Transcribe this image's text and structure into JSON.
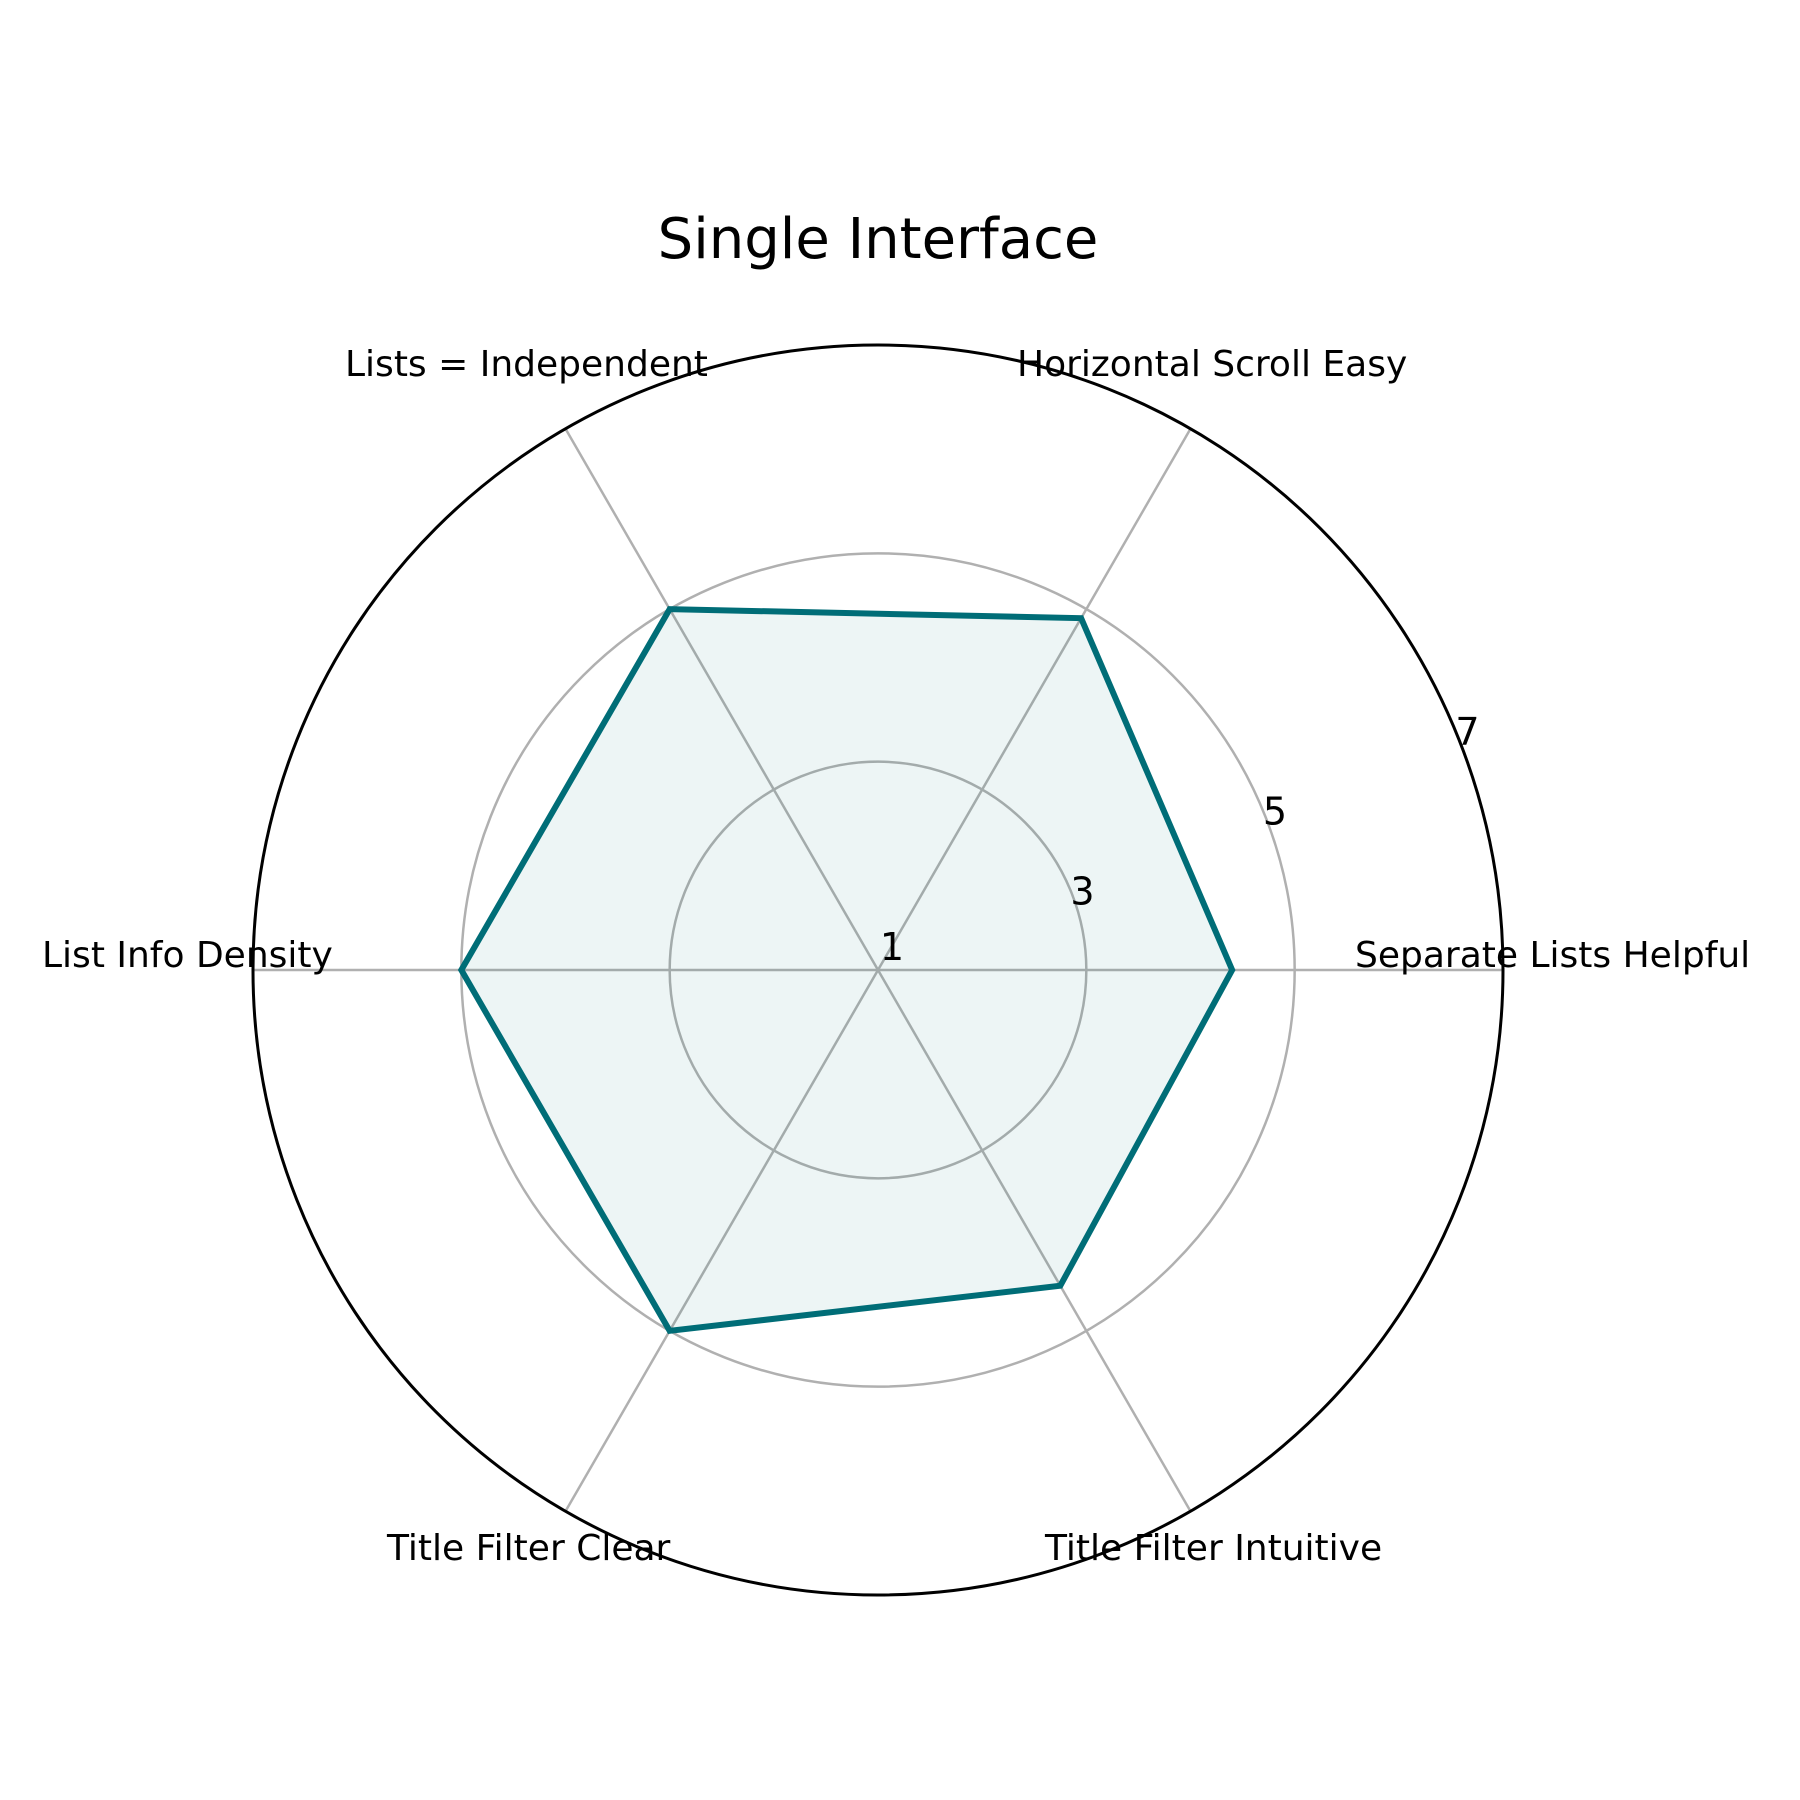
{
  "chart_data": {
    "type": "radar",
    "title": "Single Interface",
    "categories": [
      "Separate Lists Helpful",
      "Horizontal Scroll Easy",
      "Lists = Independent",
      "List Info Density",
      "Title Filter Clear",
      "Title Filter Intuitive"
    ],
    "values": [
      4.4,
      4.9,
      5.0,
      5.0,
      5.0,
      4.5
    ],
    "rlim": [
      1,
      7
    ],
    "ticks": [
      1,
      3,
      5,
      7
    ],
    "tick_labels": [
      "1",
      "3",
      "5",
      "7"
    ],
    "grid": true,
    "colors": {
      "line": "#006d77",
      "fill": "#006d77",
      "grid": "#b0b0b0",
      "outer": "#000000"
    }
  }
}
